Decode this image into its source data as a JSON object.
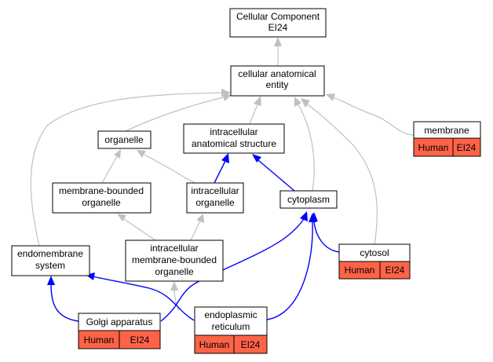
{
  "colors": {
    "node_border": "#000000",
    "annotation_fill": "#ff6347",
    "is_a_edge": "#c0c0c0",
    "part_of_edge": "#0000ff"
  },
  "nodes": {
    "root": {
      "line1": "Cellular Component",
      "line2": "EI24"
    },
    "cae": {
      "line1": "cellular anatomical",
      "line2": "entity"
    },
    "organelle": {
      "line1": "organelle"
    },
    "ias": {
      "line1": "intracellular",
      "line2": "anatomical structure"
    },
    "membrane": {
      "line1": "membrane"
    },
    "mbo": {
      "line1": "membrane-bounded",
      "line2": "organelle"
    },
    "io": {
      "line1": "intracellular",
      "line2": "organelle"
    },
    "cytoplasm": {
      "line1": "cytoplasm"
    },
    "ems": {
      "line1": "endomembrane",
      "line2": "system"
    },
    "imbo": {
      "line1": "intracellular",
      "line2": "membrane-bounded",
      "line3": "organelle"
    },
    "cytosol": {
      "line1": "cytosol"
    },
    "golgi": {
      "line1": "Golgi apparatus"
    },
    "er": {
      "line1": "endoplasmic",
      "line2": "reticulum"
    }
  },
  "annotations": {
    "membrane": {
      "species": "Human",
      "gene": "EI24"
    },
    "cytosol": {
      "species": "Human",
      "gene": "EI24"
    },
    "golgi": {
      "species": "Human",
      "gene": "EI24"
    },
    "er": {
      "species": "Human",
      "gene": "EI24"
    }
  }
}
